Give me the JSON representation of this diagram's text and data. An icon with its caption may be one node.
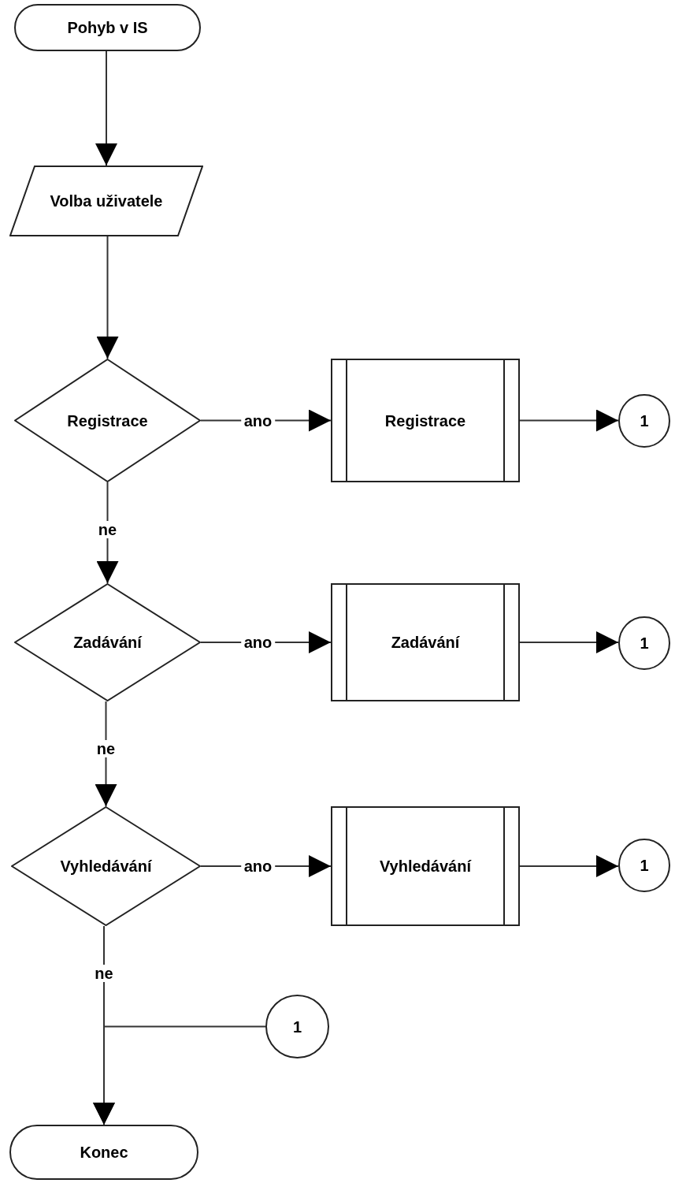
{
  "diagram": {
    "nodes": [
      {
        "text": [
          "Pohyb v IS"
        ]
      },
      {
        "text": [
          "Volba uživatele"
        ]
      },
      {
        "text": [
          "Registrace"
        ]
      },
      {
        "text": [
          "Registrace"
        ]
      },
      {
        "text": [
          "1"
        ]
      },
      {
        "text": [
          "Zadávání"
        ]
      },
      {
        "text": [
          "Zadávání"
        ]
      },
      {
        "text": [
          "1"
        ]
      },
      {
        "text": [
          "Vyhledávání"
        ]
      },
      {
        "text": [
          "Vyhledávání"
        ]
      },
      {
        "text": [
          "1"
        ]
      },
      {
        "text": [
          "1"
        ]
      },
      {
        "text": [
          "Konec"
        ]
      }
    ],
    "edges": [
      {
        "from": 0,
        "to": 1,
        "arrow": "to"
      },
      {
        "from": 1,
        "to": 2,
        "arrow": "to"
      },
      {
        "from": 2,
        "to": 3,
        "arrow": "to",
        "label": "ano"
      },
      {
        "from": 3,
        "to": 4,
        "arrow": "to"
      },
      {
        "from": 2,
        "to": 5,
        "arrow": "to",
        "label": "ne"
      },
      {
        "from": 5,
        "to": 6,
        "arrow": "to",
        "label": "ano"
      },
      {
        "from": 6,
        "to": 7,
        "arrow": "to"
      },
      {
        "from": 5,
        "to": 8,
        "arrow": "to",
        "label": "ne"
      },
      {
        "from": 8,
        "to": 9,
        "arrow": "to",
        "label": "ano"
      },
      {
        "from": 9,
        "to": 10,
        "arrow": "to"
      },
      {
        "from": 8,
        "to": 12,
        "arrow": "to",
        "label": "ne"
      },
      {
        "from": 11,
        "to": 12,
        "arrow": "to"
      }
    ]
  }
}
